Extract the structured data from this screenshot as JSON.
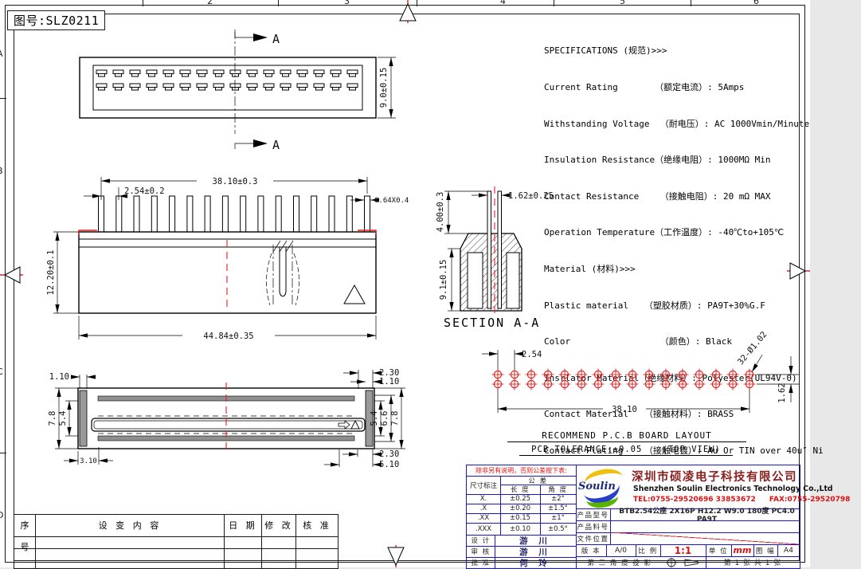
{
  "page": {
    "part_no": "图号:SLZ0211"
  },
  "border": {
    "top_zones": [
      "2",
      "3",
      "4",
      "5",
      "6"
    ],
    "left_zones": [
      "A",
      "B",
      "C",
      "D"
    ]
  },
  "specs": {
    "lines": [
      "SPECIFICATIONS (规范)>>>",
      "Current Rating       （额定电流）: 5Amps",
      "Withstanding Voltage  （耐电压）: AC 1000Vmin/Minute",
      "Insulation Resistance（绝缘电阻）: 1000MΩ Min",
      "Contact Resistance    （接触电阻）: 20 mΩ MAX",
      "Operation Temperature（工作温度）: -40℃to+105℃",
      "Material (材料)>>>",
      "Plastic material   （塑胶材质）: PA9T+30%G.F",
      "Color                 （颜色）: Black",
      "Insrlator Material（绝缘材料）: Polyester(UL94V-0)",
      "Contact Material   （接触材料）: BRASS",
      "Contact Plating    （接触电镀）: Au Or TIN over 40u″ Ni"
    ]
  },
  "top_view": {
    "dim_height": "9.0±0.15",
    "section_label": "A"
  },
  "front_view": {
    "dim_span": "38.10±0.3",
    "dim_pitch": "2.54±0.2",
    "dim_pin": "0.64X0.4",
    "dim_height": "12.20±0.1",
    "dim_width": "44.84±0.35"
  },
  "section_view": {
    "dim_tail": "4.00±0.3",
    "dim_pin": "1.62±0.25",
    "dim_height": "9.1±0.15",
    "label": "SECTION A-A"
  },
  "pcb": {
    "dim_pitch": "2.54",
    "dim_holes": "32-Ø1.02",
    "dim_row": "1.62",
    "dim_span": "38.10",
    "title": "RECOMMEND P.C.B BOARD LAYOUT",
    "tolerance": "PCB TOLERANCE:±0.05",
    "view": "(TOP VIEW)"
  },
  "bottom_view": {
    "d_flange": "1.10",
    "d_tr1": "2.30",
    "d_tr2": "1.10",
    "d_l1": "7.8",
    "d_l2": "5.4",
    "d_r1": "5.4",
    "d_r2": "6.6",
    "d_r3": "7.8",
    "d_bl": "3.10",
    "d_br1": "2.30",
    "d_br2": "5.10"
  },
  "revision_table": {
    "headers": [
      "序 号",
      "设 变 内 容",
      "日 期",
      "修 改",
      "核 准"
    ]
  },
  "title_block": {
    "tolerance_note": "除非另有说明，否则公差按下表:",
    "col_dim": "尺寸标注",
    "col_tol": "公 差",
    "col_len": "长 度",
    "col_ang": "角 度",
    "rows": [
      {
        "d": "X.",
        "l": "±0.25",
        "a": "±2°"
      },
      {
        "d": ".X",
        "l": "±0.20",
        "a": "±1.5°"
      },
      {
        "d": ".XX",
        "l": "±0.15",
        "a": "±1°"
      },
      {
        "d": ".XXX",
        "l": "±0.10",
        "a": "±0.5°"
      }
    ],
    "design_label": "设 计",
    "design": "游 川",
    "review_label": "审 核",
    "review": "游 川",
    "approve_label": "批 准",
    "approve": "何 玲",
    "logo": "Soulin",
    "company_cn": "深圳市硕凌电子科技有限公司",
    "company_en": "Shenzhen Soulin Electronics Technology Co.,Ltd",
    "tel": "TEL:0755-29520696 33853672",
    "fax": "FAX:0755-29520798",
    "model_label": "产品型号",
    "model": "BTB2.54公座 2X16P H12.2 W9.0 180度 PC4.0 PA9T",
    "part_label": "产品料号",
    "part": "",
    "file_label": "文件位置",
    "file": "",
    "version_label": "版 本",
    "version": "A/0",
    "scale_label": "比 例",
    "scale": "1:1",
    "unit_label": "单 位",
    "unit": "mm",
    "size_label": "图 幅",
    "size": "A4",
    "projection": "第 三 角 度 投 影",
    "sheet": "第 1 张 共 1 张"
  }
}
